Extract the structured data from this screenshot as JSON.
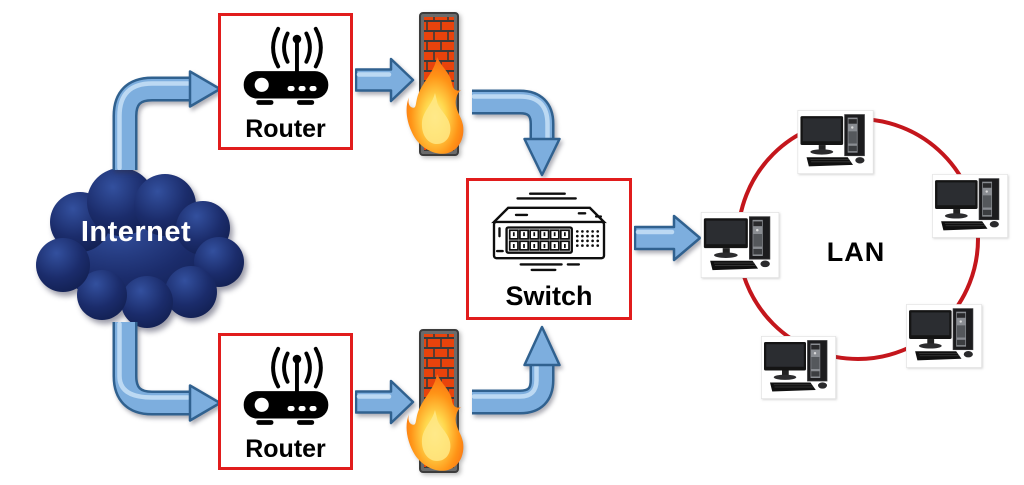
{
  "diagram": {
    "type": "network-topology",
    "internet": {
      "label": "Internet"
    },
    "routers": [
      {
        "label": "Router"
      },
      {
        "label": "Router"
      }
    ],
    "switch": {
      "label": "Switch"
    },
    "firewalls": [
      {
        "name": "firewall-top"
      },
      {
        "name": "firewall-bottom"
      }
    ],
    "lan": {
      "label": "LAN",
      "computers": 5
    },
    "colors": {
      "cloud_fill": "#1b2c6b",
      "cloud_text": "#ffffff",
      "node_border": "#e11c1c",
      "label_text": "#000000",
      "arrow_fill": "#7daede",
      "arrow_outline": "#30618f",
      "arrow_highlight": "#c3def5",
      "lan_ring": "#c4161c",
      "brick": "#e8430c",
      "flame_outer": "#f96a11",
      "flame_inner": "#ffd84d"
    }
  }
}
